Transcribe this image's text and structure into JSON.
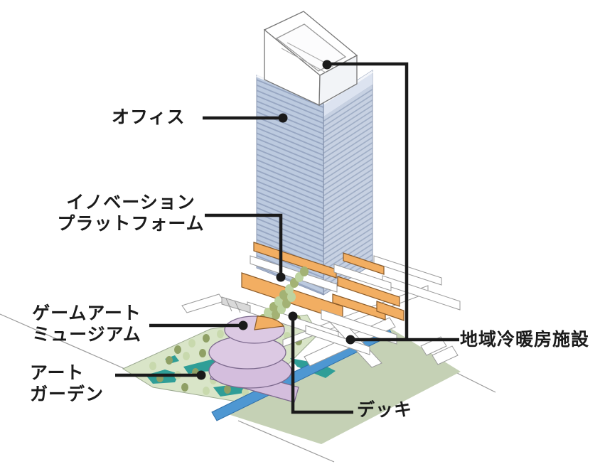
{
  "figure": {
    "type": "axonometric-architecture-diagram",
    "description": "Isometric illustration of a mixed-use high-rise tower development with labeled facilities connected by black leader lines with dot markers"
  },
  "annotations": {
    "office": {
      "label": "オフィス"
    },
    "innovation_platform": {
      "lines": [
        "イノベーション",
        "プラットフォーム"
      ]
    },
    "game_art_museum": {
      "lines": [
        "ゲームアート",
        "ミュージアム"
      ]
    },
    "art_garden": {
      "lines": [
        "アート",
        "ガーデン"
      ]
    },
    "district_heating_cooling": {
      "label": "地域冷暖房施設"
    },
    "deck": {
      "label": "デッキ"
    }
  },
  "palette": {
    "tower_blue": "#bccadf",
    "tower_blue_light_band": "#dce3f0",
    "platform_orange": "#f2ae62",
    "museum_purple": "#dcc9e3",
    "garden_green": "#d9e5c8",
    "plaza_green": "#c5d1b5",
    "water_teal": "#2f9e97",
    "walkway_blue": "#4e97d2",
    "leader_line_black": "#1a1a1a"
  }
}
